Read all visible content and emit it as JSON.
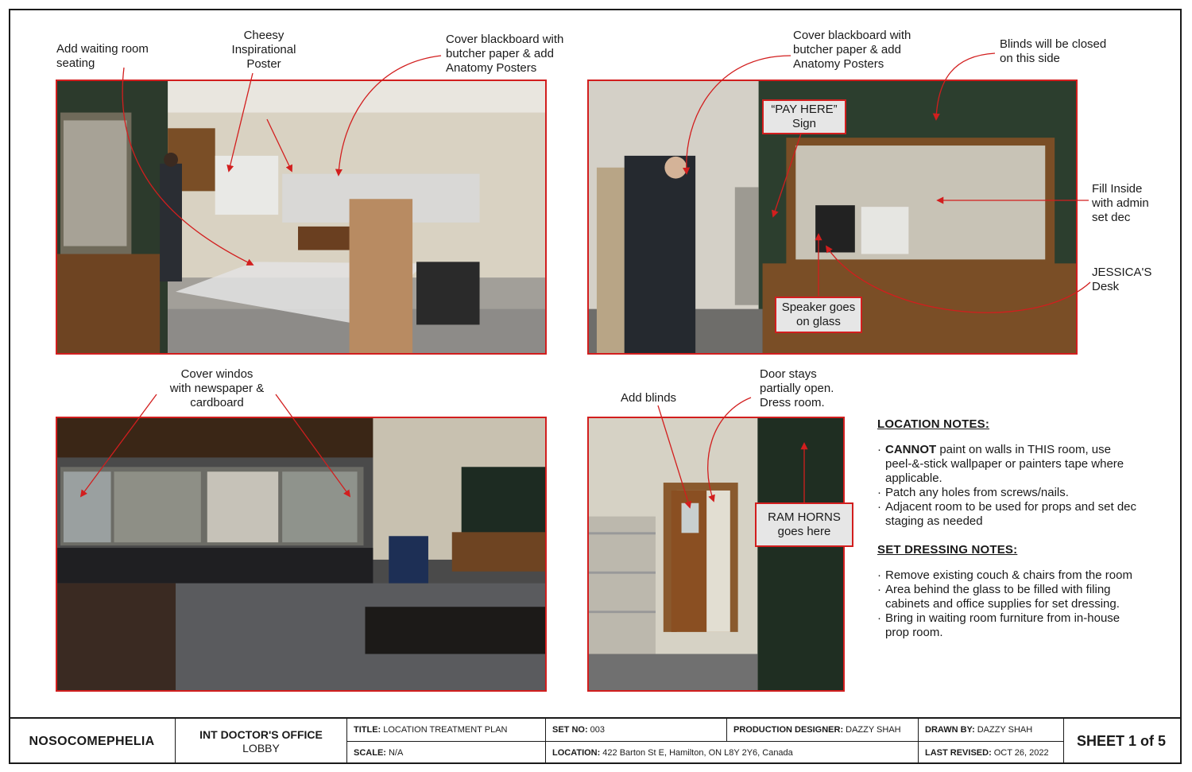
{
  "annotations": {
    "p1_waiting": "Add waiting room\nseating",
    "p1_poster": "Cheesy\nInspirational\nPoster",
    "p1_blackboard": "Cover blackboard with\nbutcher paper & add\nAnatomy Posters",
    "p2_blackboard": "Cover blackboard with\nbutcher paper & add\nAnatomy Posters",
    "p2_blinds": "Blinds will be closed\non this side",
    "p2_fill": "Fill Inside\nwith admin\nset dec",
    "p2_desk": "JESSICA'S\nDesk",
    "p3_windows": "Cover windos\nwith newspaper &\ncardboard",
    "p4_blinds": "Add blinds",
    "p4_door": "Door stays\npartially open.\nDress room."
  },
  "callouts": {
    "pay_here": "“PAY HERE”\nSign",
    "speaker": "Speaker goes\non glass",
    "ram_horns": "RAM HORNS\ngoes here"
  },
  "location_notes": {
    "heading": "LOCATION NOTES:",
    "item1_bold": "CANNOT",
    "item1_rest": " paint on walls in THIS room, use peel-&-stick wallpaper or painters tape where applicable.",
    "item2": "Patch any holes from screws/nails.",
    "item3": "Adjacent room to be used for props and set dec staging as needed"
  },
  "set_dressing_notes": {
    "heading": "SET DRESSING NOTES:",
    "items": [
      "Remove existing couch & chairs from the room",
      "Area behind the glass to be filled with filing cabinets and office supplies for set dressing.",
      "Bring in waiting room furniture from in-house prop room."
    ]
  },
  "title_block": {
    "project": "NOSOCOMEPHELIA",
    "scene_line1": "INT DOCTOR'S OFFICE",
    "scene_line2": "LOBBY",
    "title_label": "TITLE:",
    "title_value": "LOCATION TREATMENT PLAN",
    "scale_label": "SCALE:",
    "scale_value": "N/A",
    "setno_label": "SET NO:",
    "setno_value": "003",
    "location_label": "LOCATION:",
    "location_value": "422 Barton St E, Hamilton, ON L8Y 2Y6, Canada",
    "designer_label": "PRODUCTION DESIGNER:",
    "designer_value": "DAZZY SHAH",
    "drawn_label": "DRAWN BY:",
    "drawn_value": "DAZZY SHAH",
    "revised_label": "LAST REVISED:",
    "revised_value": "OCT 26, 2022",
    "sheet": "SHEET 1 of 5"
  },
  "colors": {
    "accent_red": "#d21e1e",
    "callout_fill": "#e6e6e6",
    "wall_green": "#2b3d2c",
    "wood": "#7a4e26"
  }
}
